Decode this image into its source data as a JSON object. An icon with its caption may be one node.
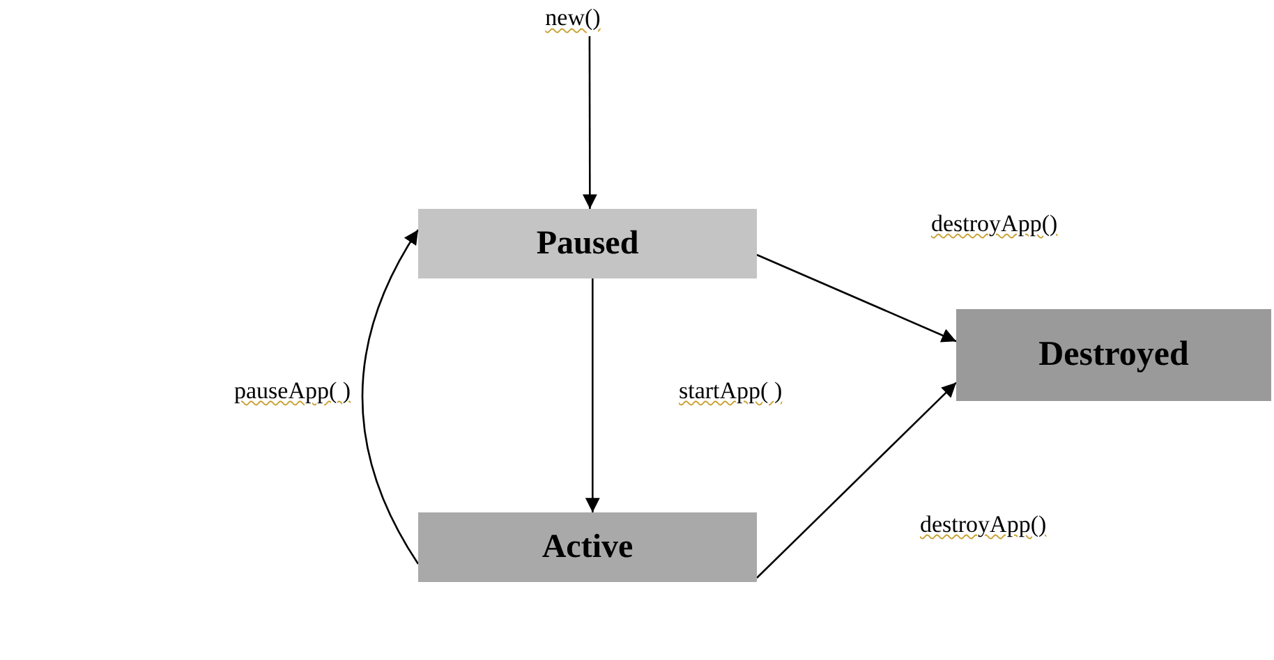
{
  "diagram": {
    "nodes": [
      {
        "text": [
          "new()"
        ]
      },
      {
        "text": [
          "Paused"
        ]
      },
      {
        "text": [
          "Destroyed"
        ]
      },
      {
        "text": [
          "Active"
        ]
      }
    ],
    "edges": [
      {
        "from": 0,
        "to": 1,
        "arrow": "to"
      },
      {
        "from": 1,
        "to": 3,
        "arrow": "to",
        "label": "startApp( )"
      },
      {
        "from": 3,
        "to": 1,
        "arrow": "to",
        "label": "pauseApp( )"
      },
      {
        "from": 1,
        "to": 2,
        "arrow": "to",
        "label": "destroyApp()"
      },
      {
        "from": 3,
        "to": 2,
        "arrow": "to",
        "label": "destroyApp()"
      }
    ]
  }
}
